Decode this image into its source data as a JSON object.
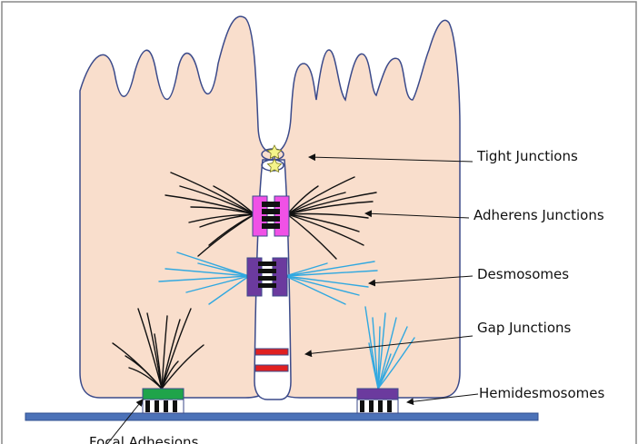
{
  "labels": {
    "tight": "Tight Junctions",
    "adherens": "Adherens Junctions",
    "desmosomes": "Desmosomes",
    "gap": "Gap Junctions",
    "hemidesmosomes": "Hemidesmosomes",
    "focal": "Focal Adhesions"
  },
  "colors": {
    "cytoplasm": "#f9decc",
    "outline": "#3b4a8a",
    "substrate": "#4c72b8",
    "adherens": "#f051e6",
    "desmosome": "#6b3a9e",
    "gap": "#e02020",
    "focal": "#1fa44a",
    "hemidesmosome": "#6b3a9e",
    "actin": "#111111",
    "keratin": "#30a8e0",
    "tight_star": "#f4f48a"
  }
}
